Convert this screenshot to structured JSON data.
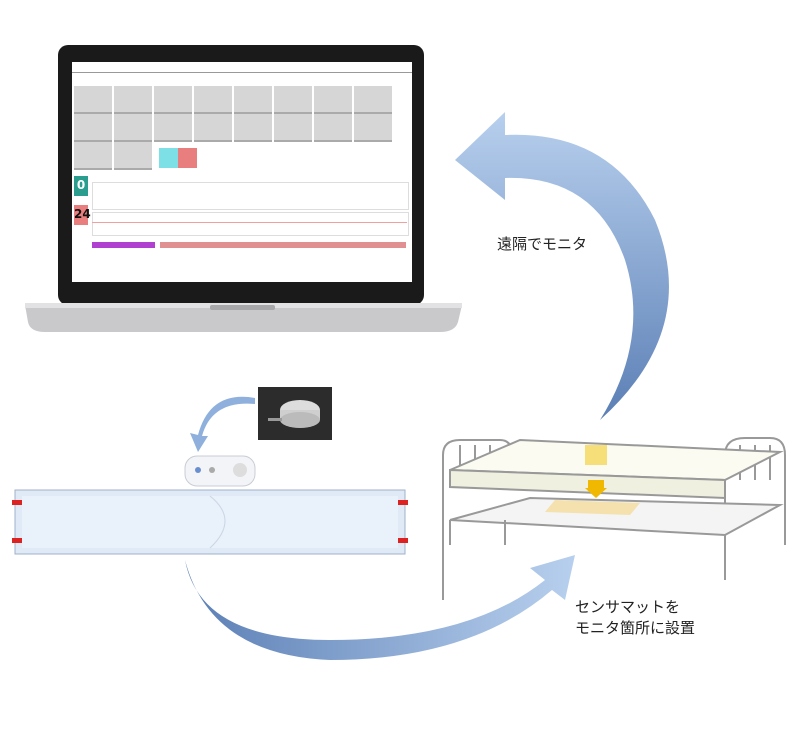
{
  "labels": {
    "remote_monitor": "遠隔でモニタ",
    "install_line1": "センサマットを",
    "install_line2": "モニタ箇所に設置"
  },
  "screen": {
    "hr_value": "0",
    "rr_value": "24"
  },
  "colors": {
    "arrow": "#7f9fcc",
    "teal": "#2a9d8f",
    "red": "#e07070",
    "purple": "#b040d0"
  }
}
